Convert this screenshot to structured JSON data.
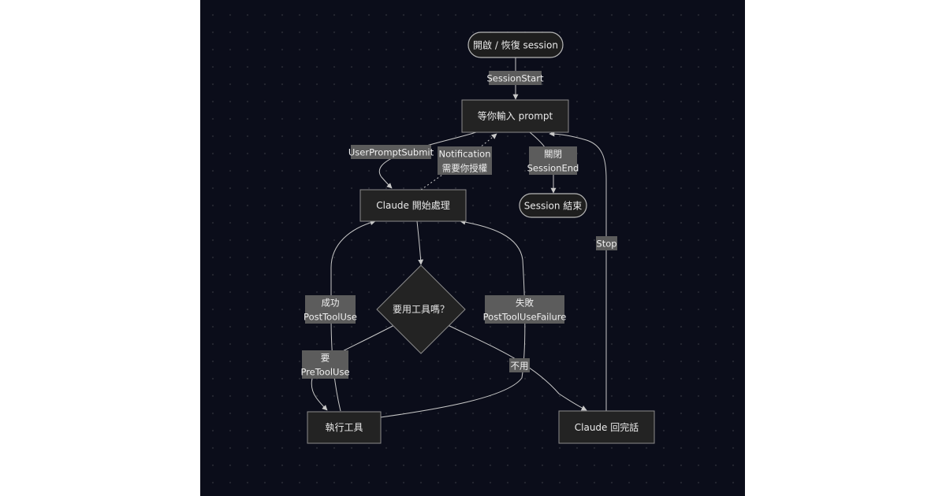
{
  "nodes": {
    "start": "開啟 / 恢復 session",
    "wait_prompt": "等你輸入 prompt",
    "session_end": "Session 結束",
    "claude_processing": "Claude 開始處理",
    "decision": "要用工具嗎？",
    "run_tool": "執行工具",
    "claude_reply": "Claude 回完話"
  },
  "edges": {
    "session_start": "SessionStart",
    "user_prompt_submit": "UserPromptSubmit",
    "notification_line1": "Notification",
    "notification_line2": "需要你授權",
    "close_line1": "關閉",
    "close_line2": "SessionEnd",
    "stop": "Stop",
    "success_line1": "成功",
    "success_line2": "PostToolUse",
    "failure_line1": "失敗",
    "failure_line2": "PostToolUseFailure",
    "need_line1": "要",
    "need_line2": "PreToolUse",
    "no_tool": "不用"
  },
  "colors": {
    "background": "#0b0d1a",
    "node_fill": "#232323",
    "node_stroke": "#8c8c8c",
    "edge": "#c8c8c8",
    "label_bg": "#5c5c5c",
    "text": "#eaeaea"
  }
}
